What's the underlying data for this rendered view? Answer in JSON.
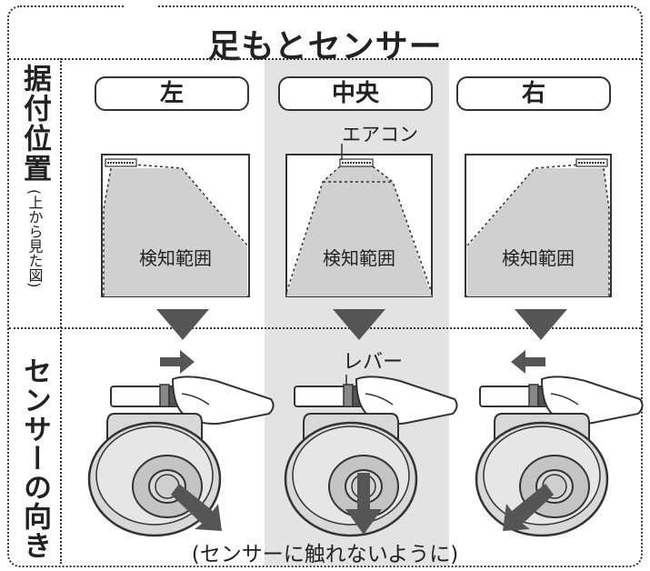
{
  "title": "足もとセンサー",
  "rows": {
    "install": {
      "label_main": "据付位置",
      "label_sub": "(上から見た図)"
    },
    "direction": {
      "label_main": "センサーの向き"
    }
  },
  "columns": [
    {
      "position": "左",
      "detection_label": "検知範囲"
    },
    {
      "position": "中央",
      "detection_label": "検知範囲",
      "aircon_label": "エアコン",
      "lever_label": "レバー"
    },
    {
      "position": "右",
      "detection_label": "検知範囲"
    }
  ],
  "bottom_note": "(センサーに触れないように)",
  "colors": {
    "band": "#e3e3e3",
    "shade": "#d0d0d0",
    "arrow": "#555555",
    "line": "#333333"
  }
}
